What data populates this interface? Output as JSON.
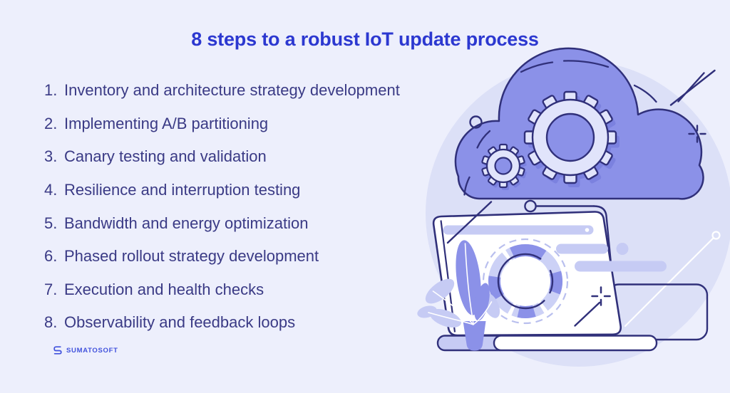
{
  "title": "8 steps to a robust IoT update process",
  "steps": [
    {
      "num": "1.",
      "label": "Inventory and architecture strategy development"
    },
    {
      "num": "2.",
      "label": "Implementing A/B partitioning"
    },
    {
      "num": "3.",
      "label": "Canary testing and validation"
    },
    {
      "num": "4.",
      "label": "Resilience and interruption testing"
    },
    {
      "num": "5.",
      "label": "Bandwidth and energy optimization"
    },
    {
      "num": "6.",
      "label": "Phased rollout strategy development"
    },
    {
      "num": "7.",
      "label": "Execution and health checks"
    },
    {
      "num": "8.",
      "label": "Observability and feedback loops"
    }
  ],
  "logo": {
    "text": "SUMATOSOFT",
    "icon": "sumatosoft-s-icon"
  },
  "illustration": {
    "icons": [
      "cloud-icon",
      "gear-large-icon",
      "gear-small-icon",
      "laptop-icon",
      "browser-bar",
      "progress-ring-icon",
      "plant-icon",
      "sparkle-plus-icon",
      "speed-lines-icon"
    ]
  },
  "colors": {
    "background": "#edeffc",
    "circle_backdrop": "#dce0f7",
    "title_blue": "#2c38d0",
    "text_indigo": "#3a3a85",
    "periwinkle": "#8b91e8",
    "periwinkle_shadow": "#7b81df",
    "light_periwinkle": "#c6cbf4",
    "pale_fill": "#e1e4fb",
    "outline_dark": "#30307a",
    "logo_blue": "#4152dd",
    "white": "#ffffff"
  }
}
